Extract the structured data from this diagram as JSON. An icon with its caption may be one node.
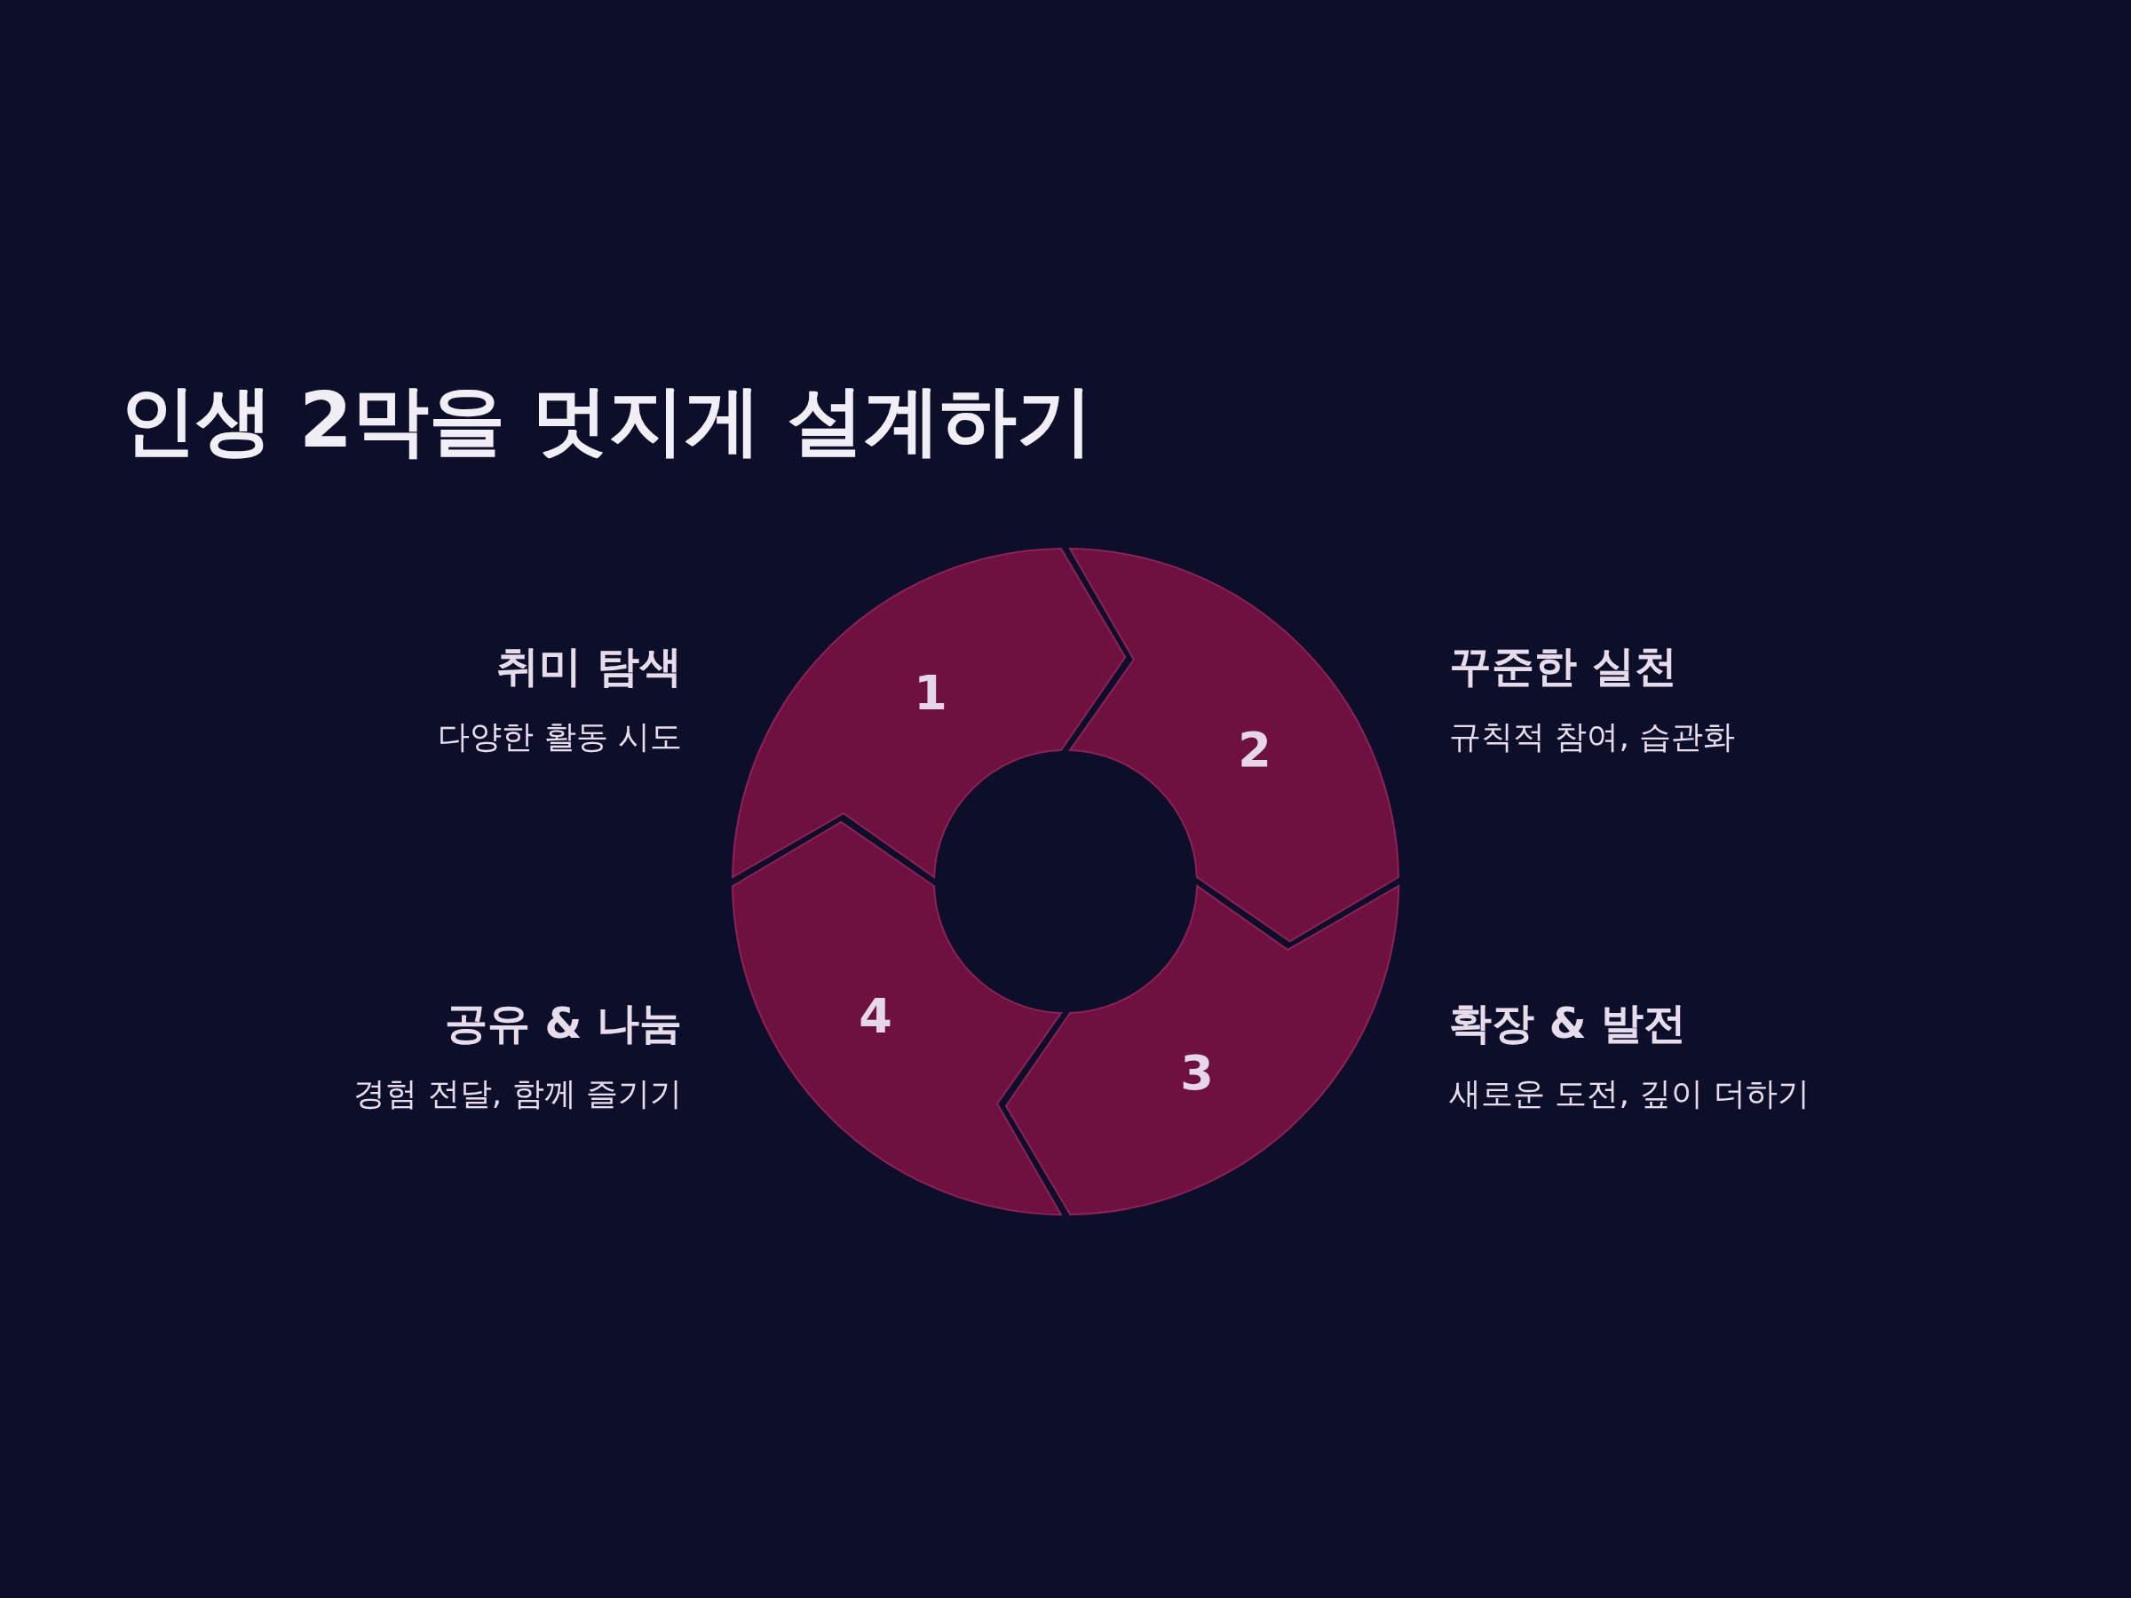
{
  "diagram": {
    "title": "인생 2막을 멋지게 설계하기",
    "nodes": [
      {
        "text": [
          "1"
        ],
        "beside": [
          "취미 탐색",
          "다양한 활동 시도"
        ]
      },
      {
        "text": [
          "2"
        ],
        "beside": [
          "꾸준한 실천",
          "규칙적 참여, 습관화"
        ]
      },
      {
        "text": [
          "3"
        ],
        "beside": [
          "확장 & 발전",
          "새로운 도전, 깊이 더하기"
        ]
      },
      {
        "text": [
          "4"
        ],
        "beside": [
          "공유 & 나눔",
          "경험 전달, 함께 즐기기"
        ]
      }
    ]
  }
}
